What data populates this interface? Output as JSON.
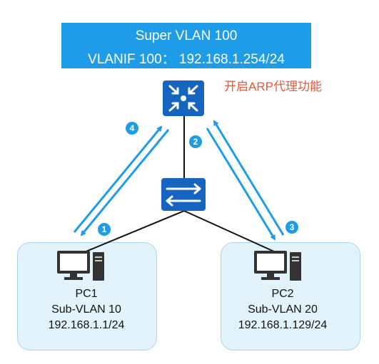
{
  "super_vlan": {
    "title": "Super VLAN 100",
    "vlanif": "VLANIF 100：  192.168.1.254/24"
  },
  "note": "开启ARP代理功能",
  "steps": [
    "1",
    "2",
    "3",
    "4"
  ],
  "pcs": [
    {
      "name": "PC1",
      "vlan": "Sub-VLAN 10",
      "ip": "192.168.1.1/24"
    },
    {
      "name": "PC2",
      "vlan": "Sub-VLAN 20",
      "ip": "192.168.1.129/24"
    }
  ],
  "colors": {
    "accent": "#1f9ce8",
    "device": "#1565c0",
    "note": "#e8573a",
    "zone_fill": "#e3f3fb",
    "zone_border": "#a8d6ee"
  },
  "icons": [
    "l3-switch-icon",
    "l2-switch-icon",
    "pc-icon"
  ]
}
